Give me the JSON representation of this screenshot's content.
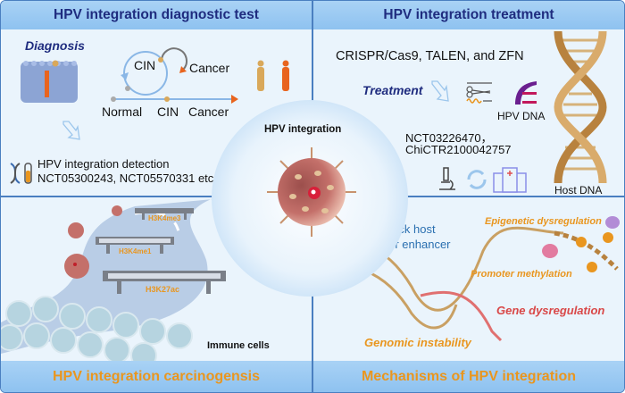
{
  "panels": {
    "top_left": {
      "title": "HPV integration diagnostic test",
      "diagnosis_label": "Diagnosis",
      "cycle": {
        "cin_upper": "CIN",
        "cancer_upper": "Cancer",
        "normal": "Normal",
        "cin_lower": "CIN",
        "cancer_lower": "Cancer"
      },
      "detection_line1": "HPV integration detection",
      "detection_line2": "NCT05300243, NCT05570331 etc."
    },
    "top_right": {
      "title": "HPV integration treatment",
      "methods": "CRISPR/Cas9, TALEN, and ZFN",
      "treatment_label": "Treatment",
      "hpv_dna_label": "HPV DNA",
      "trial_line1": "NCT03226470，",
      "trial_line2": "ChiCTR2100042757",
      "host_dna_label": "Host DNA"
    },
    "bottom_left": {
      "title": "HPV integration carcinogensis",
      "barriers": [
        "H3K4me3",
        "H3K4me1",
        "H3K27ac"
      ],
      "immune_cells_label": "Immune cells"
    },
    "bottom_right": {
      "title": "Mechanisms of HPV integration",
      "hijack_line1": "Hijack host",
      "hijack_line2": "Super enhancer",
      "epigenetic": "Epigenetic dysregulation",
      "promoter": "Promoter methylation",
      "gene": "Gene dysregulation",
      "genomic": "Genomic instability"
    }
  },
  "center": {
    "title": "HPV integration"
  },
  "colors": {
    "header_title": "#1f2c7f",
    "footer_title": "#e9961f",
    "panel_bg": "#eaf4fc",
    "border": "#4a7fc0",
    "dna_gold": "#c9a063",
    "gene_red": "#d94848",
    "hijack_blue": "#2a6fb0"
  }
}
